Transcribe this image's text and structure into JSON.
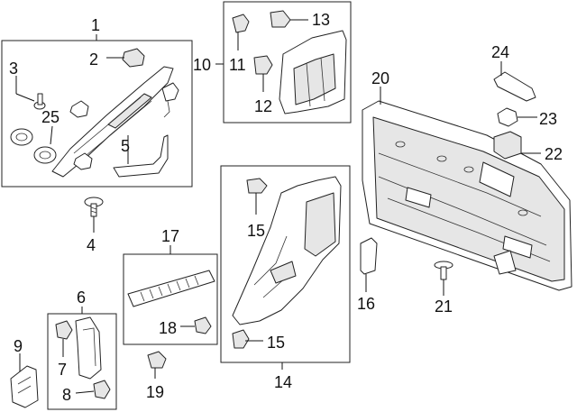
{
  "callouts": {
    "n1": "1",
    "n2": "2",
    "n3": "3",
    "n4": "4",
    "n5": "5",
    "n6": "6",
    "n7": "7",
    "n8": "8",
    "n9": "9",
    "n10": "10",
    "n11": "11",
    "n12": "12",
    "n13": "13",
    "n14": "14",
    "n15a": "15",
    "n15b": "15",
    "n16": "16",
    "n17": "17",
    "n18": "18",
    "n19": "19",
    "n20": "20",
    "n21": "21",
    "n22": "22",
    "n23": "23",
    "n24": "24",
    "n25": "25"
  }
}
